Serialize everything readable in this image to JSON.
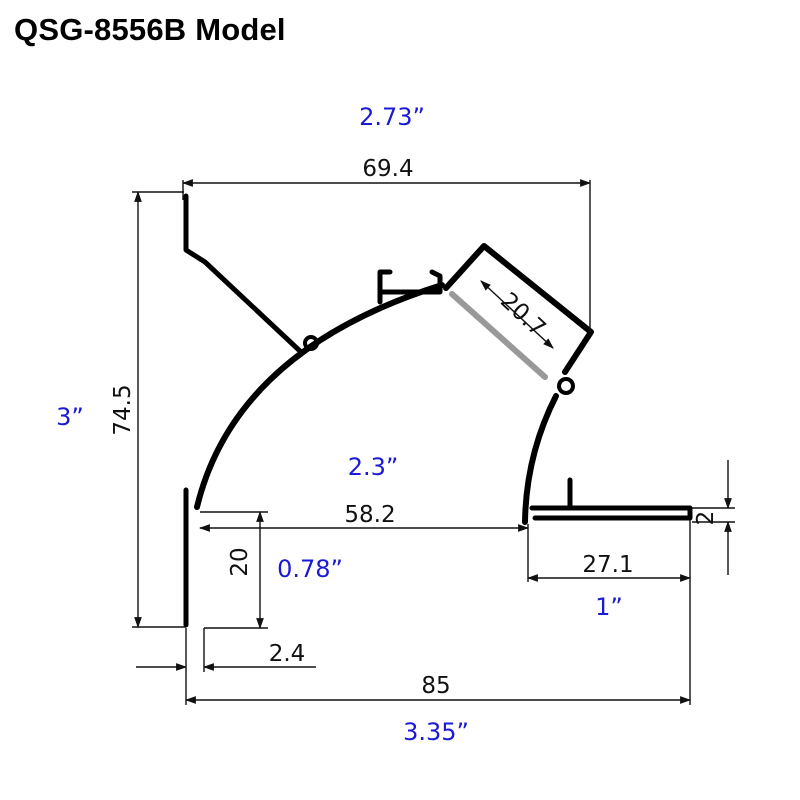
{
  "title": "QSG-8556B Model",
  "colors": {
    "metric": "#111111",
    "imperial": "#1a1ad6",
    "profile": "#000000",
    "diffuser": "#999999"
  },
  "dimensions": {
    "top_width": {
      "mm": "69.4",
      "in": "2.73”"
    },
    "height": {
      "mm": "74.5",
      "in": "3”"
    },
    "inner_width": {
      "mm": "58.2",
      "in": "2.3”"
    },
    "flange_height": {
      "mm": "20",
      "in": "0.78”"
    },
    "thickness": {
      "mm": "2.4"
    },
    "lip_width": {
      "mm": "27.1",
      "in": "1”"
    },
    "lip_thickness": {
      "mm": "2"
    },
    "total_width": {
      "mm": "85",
      "in": "3.35”"
    },
    "lens_width": {
      "mm": "20.7"
    }
  }
}
